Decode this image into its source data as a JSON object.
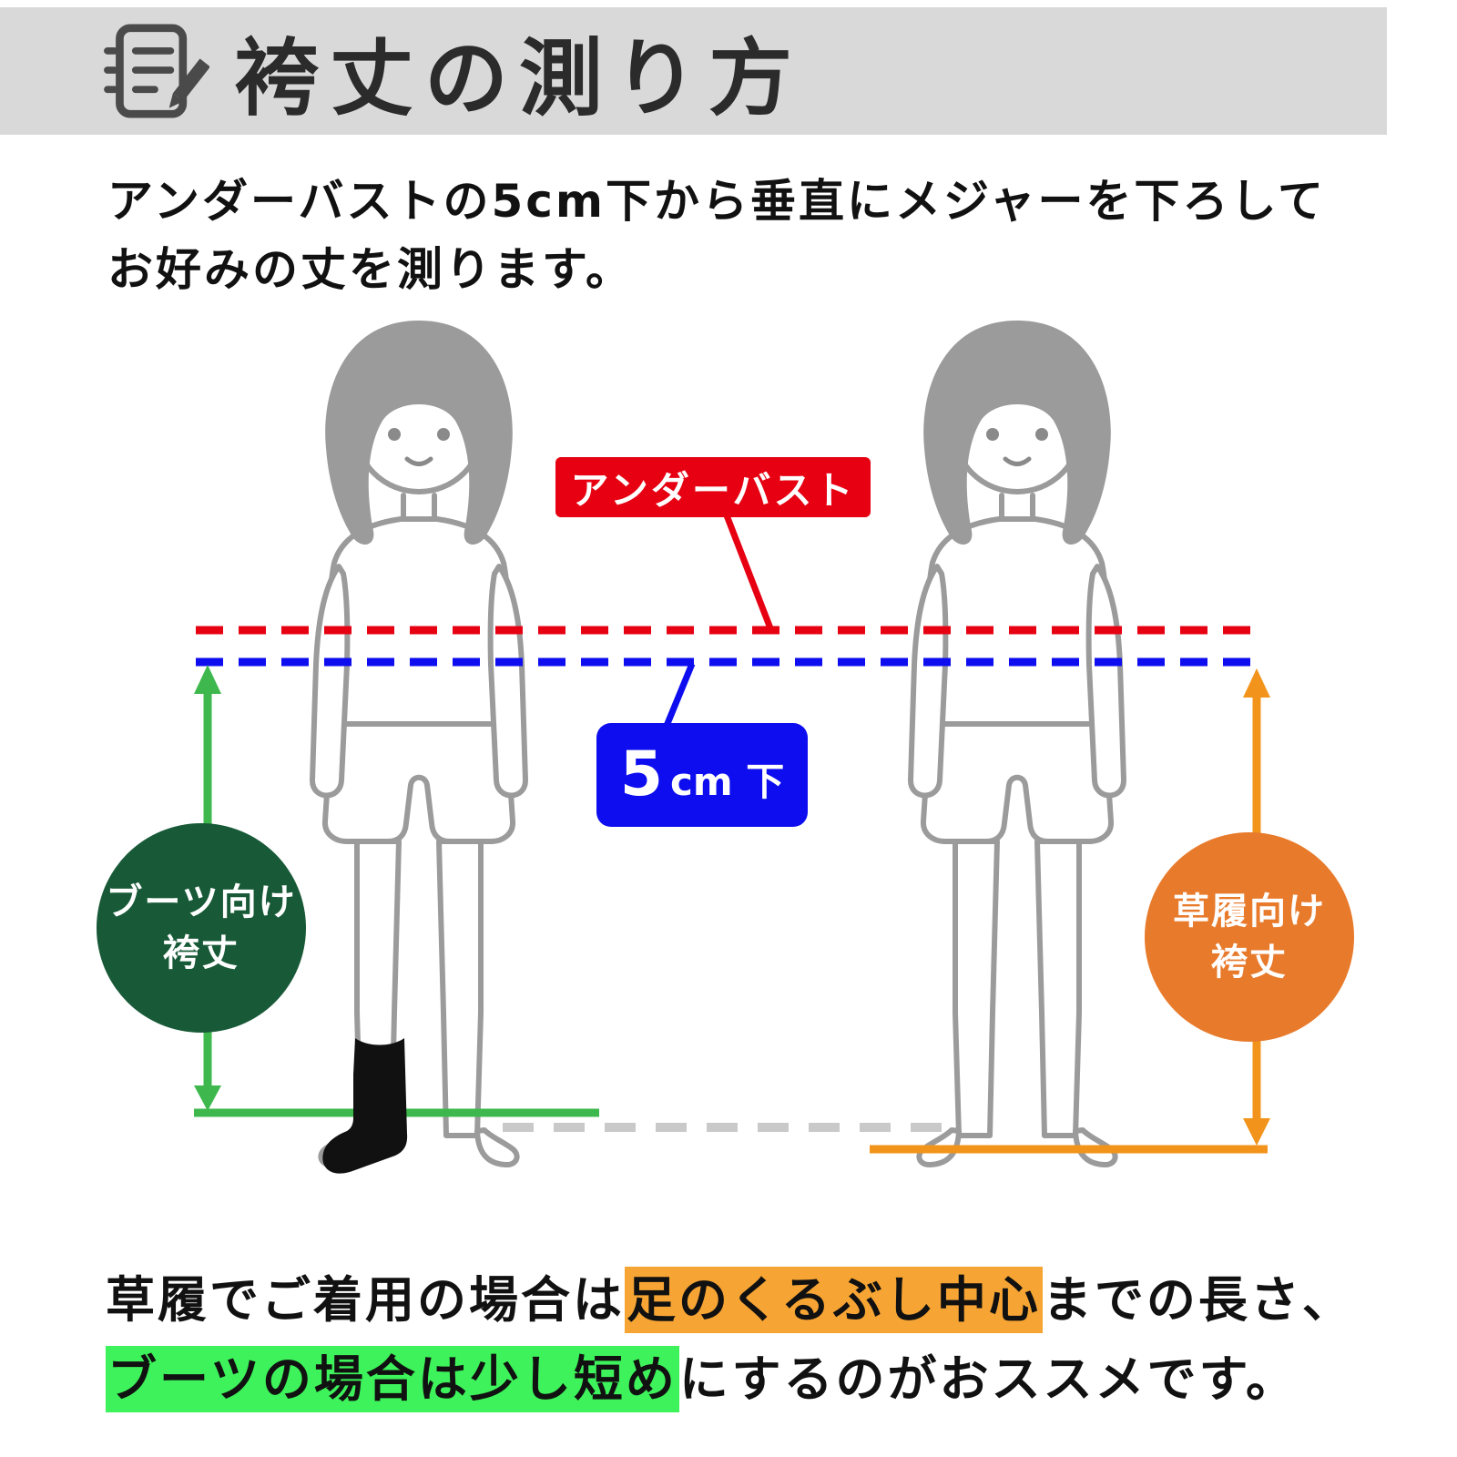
{
  "header": {
    "title": "袴丈の測り方",
    "bg_color": "#d9d9d9",
    "icon": "memo-pencil-icon",
    "icon_color": "#4a4a4a"
  },
  "intro": {
    "line1": "アンダーバストの5cm下から垂直にメジャーを下ろして",
    "line2": "お好みの丈を測ります。"
  },
  "diagram": {
    "underbust": {
      "label": "アンダーバスト",
      "color": "#e60012",
      "line_style": "dashed"
    },
    "five_cm_below": {
      "number": "5",
      "unit": "cm 下",
      "color": "#0d0df0",
      "line_style": "dashed"
    },
    "boots_length": {
      "line1": "ブーツ向け",
      "line2": "袴丈",
      "circle_color": "#185a37",
      "arrow_color": "#3eb84d"
    },
    "zori_length": {
      "line1": "草履向け",
      "line2": "袴丈",
      "circle_color": "#e87a2b",
      "arrow_color": "#f2941c"
    },
    "floor_line_color": "#c9c9c9",
    "figure_color": "#9b9b9b",
    "boot_color": "#111111"
  },
  "footer": {
    "line1": [
      {
        "text": "草履でご着用の場合は",
        "highlight": ""
      },
      {
        "text": "足のくるぶし中心",
        "highlight": "#f6a433"
      },
      {
        "text": "までの長さ、",
        "highlight": ""
      }
    ],
    "line2": [
      {
        "text": "ブーツの場合は少し短め",
        "highlight": "#3df25a"
      },
      {
        "text": "にするのがおススメです。",
        "highlight": ""
      }
    ]
  }
}
